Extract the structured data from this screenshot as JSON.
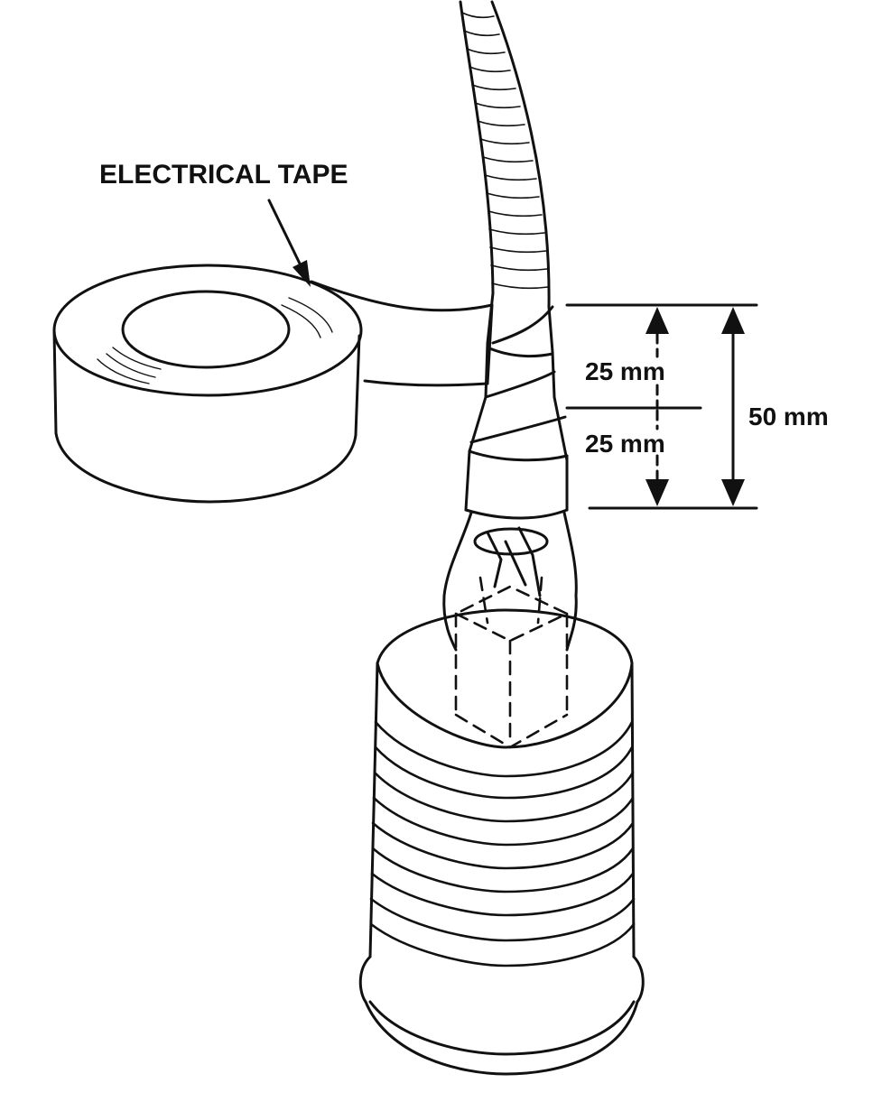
{
  "labels": {
    "electrical_tape": "ELECTRICAL TAPE",
    "dim_upper": "25 mm",
    "dim_lower": "25 mm",
    "dim_total": "50 mm"
  },
  "colors": {
    "line": "#111111",
    "background": "#ffffff"
  }
}
